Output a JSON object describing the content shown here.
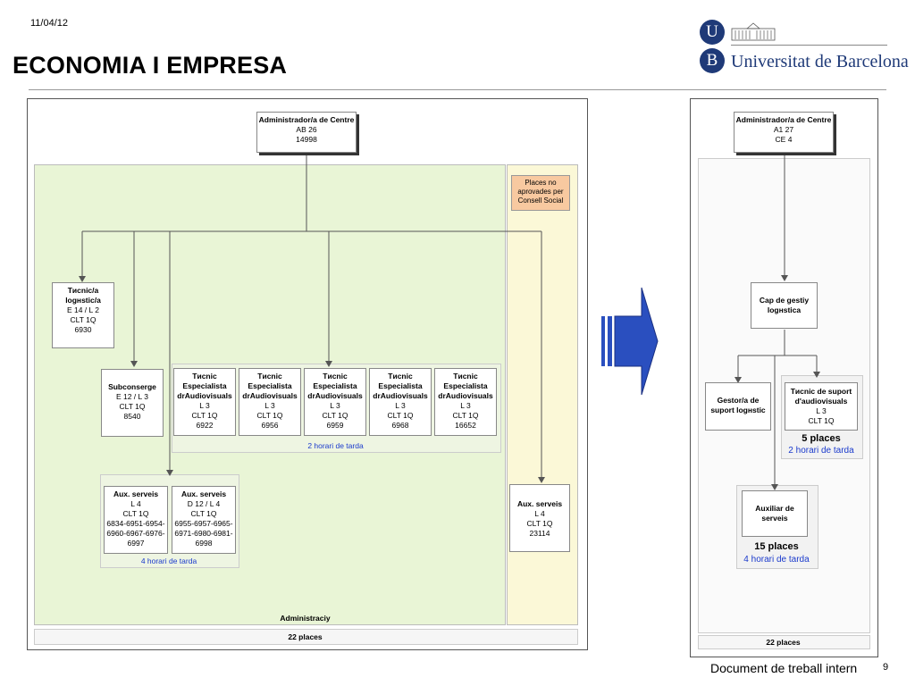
{
  "header": {
    "date": "11/04/12",
    "title": "ECONOMIA I EMPRESA",
    "university": "Universitat de Barcelona",
    "logo_letters": [
      "U",
      "B"
    ]
  },
  "left": {
    "admin": [
      "Administrador/a de Centre",
      "AB 26",
      "14998"
    ],
    "places_no": [
      "Places no",
      "aprovades per",
      "Consell Social"
    ],
    "tecnic_log": [
      "Tиcnic/a",
      "logнstic/a",
      "E 14 / L 2",
      "CLT 1Q",
      "6930"
    ],
    "subconserge": [
      "Subconserge",
      "E 12 / L 3",
      "CLT 1Q",
      "8540"
    ],
    "tecnics": [
      [
        "Tиcnic",
        "Especialista",
        "drAudiovisuals",
        "L 3",
        "CLT 1Q",
        "6922"
      ],
      [
        "Tиcnic",
        "Especialista",
        "drAudiovisuals",
        "L 3",
        "CLT 1Q",
        "6956"
      ],
      [
        "Tиcnic",
        "Especialista",
        "drAudiovisuals",
        "L 3",
        "CLT 1Q",
        "6959"
      ],
      [
        "Tиcnic",
        "Especialista",
        "drAudiovisuals",
        "L 3",
        "CLT 1Q",
        "6968"
      ],
      [
        "Tиcnic",
        "Especialista",
        "drAudiovisuals",
        "L 3",
        "CLT 1Q",
        "16652"
      ]
    ],
    "tecnics_note": "2 horari de tarda",
    "aux1": [
      "Aux. serveis",
      "L 4",
      "CLT 1Q",
      "6834-6951-6954-",
      "6960-6967-6976-",
      "6997"
    ],
    "aux2": [
      "Aux. serveis",
      "D 12 / L 4",
      "CLT 1Q",
      "6955-6957-6965-",
      "6971-6980-6981-",
      "6998"
    ],
    "aux_note": "4 horari de tarda",
    "aux3": [
      "Aux. serveis",
      "L 4",
      "CLT 1Q",
      "23114"
    ],
    "area_label": "Administraciу",
    "total": "22 places"
  },
  "right": {
    "admin": [
      "Administrador/a de Centre",
      "A1 27",
      "CE 4"
    ],
    "cap": [
      "Cap de gestiу",
      "logнstica"
    ],
    "gestor": [
      "Gestor/a de",
      "suport logнstic"
    ],
    "tecnic_suport": [
      "Tиcnic de suport",
      "d'audiovisuals",
      "L 3",
      "CLT 1Q"
    ],
    "tecnic_places": "5 places",
    "tecnic_note": "2 horari de tarda",
    "auxiliar": [
      "Auxiliar de",
      "serveis"
    ],
    "aux_places": "15 places",
    "aux_note": "4 horari de tarda",
    "total": "22 places"
  },
  "footer": {
    "text": "Document de treball intern",
    "page": "9"
  },
  "colors": {
    "green_area": "#e9f5d6",
    "yellow_area": "#fbf8d7",
    "orange_note": "#f8c9a0",
    "blue_text": "#1a3acc",
    "arrow": "#2a4fbf",
    "logo": "#1f3a78"
  }
}
